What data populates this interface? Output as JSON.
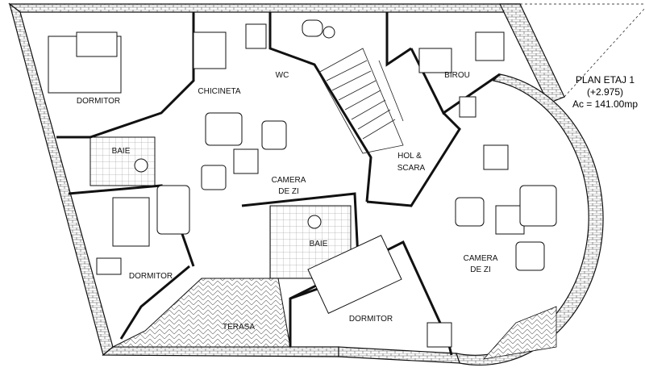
{
  "title": {
    "line1": "PLAN ETAJ 1",
    "line2": "(+2.975)",
    "line3": "Ac = 141.00mp"
  },
  "rooms": {
    "dormitor_1": "DORMITOR",
    "chicineta": "CHICINETA",
    "wc": "WC",
    "birou": "BIROU",
    "baie_1": "BAIE",
    "camera_1_l1": "CAMERA",
    "camera_1_l2": "DE ZI",
    "hol_l1": "HOL &",
    "hol_l2": "SCARA",
    "dormitor_2": "DORMITOR",
    "baie_2": "BAIE",
    "camera_2_l1": "CAMERA",
    "camera_2_l2": "DE ZI",
    "dormitor_3": "DORMITOR",
    "terasa": "TERASA"
  },
  "colors": {
    "line": "#111111",
    "hatch": "#555555"
  }
}
